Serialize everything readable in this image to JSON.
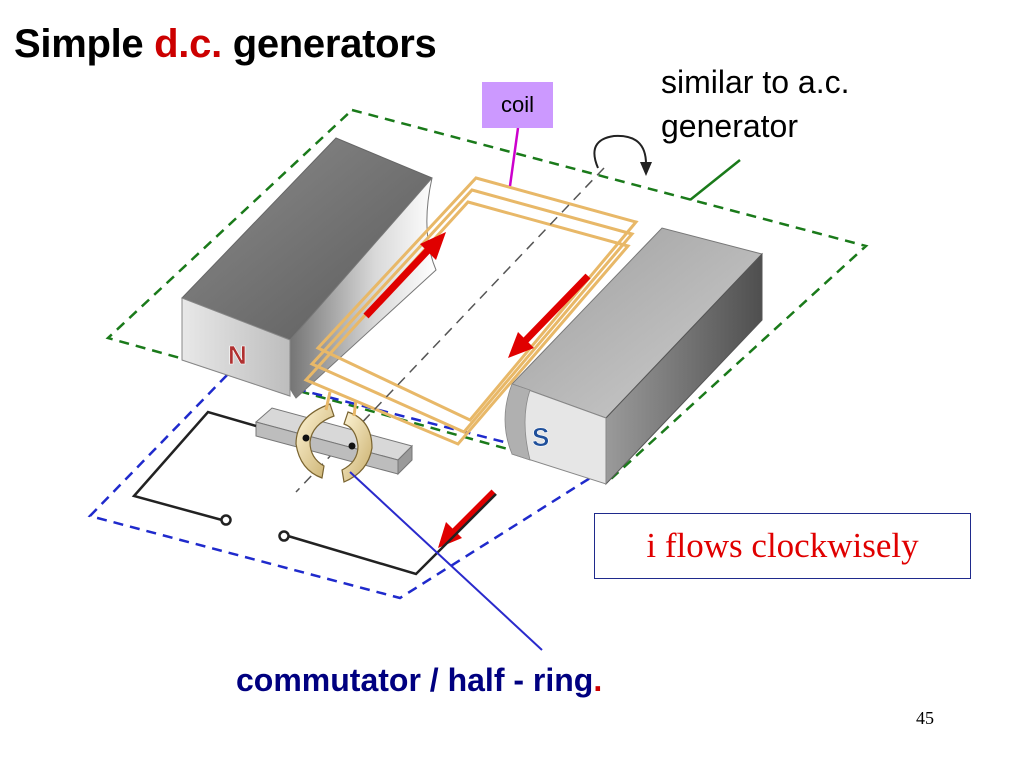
{
  "slide": {
    "title_part1": "Simple ",
    "title_part2": "d.c.",
    "title_part3": " generators",
    "annotation_similar_line1": "similar to a.c.",
    "annotation_similar_line2": "generator",
    "label_coil": "coil",
    "label_current": "i flows clockwisely",
    "label_commutator": "commutator / half - ring",
    "label_commutator_dot": ".",
    "magnet_n": "N",
    "magnet_s": "S",
    "page_number": "45"
  },
  "colors": {
    "title_accent": "#cc0000",
    "plane_dashes": "#1a7a1a",
    "circuit_dashes": "#1f2acc",
    "coil": "#e8b868",
    "current_arrow": "#e00000",
    "coil_label_bg": "#cc99ff",
    "commutator_text": "#000080"
  }
}
